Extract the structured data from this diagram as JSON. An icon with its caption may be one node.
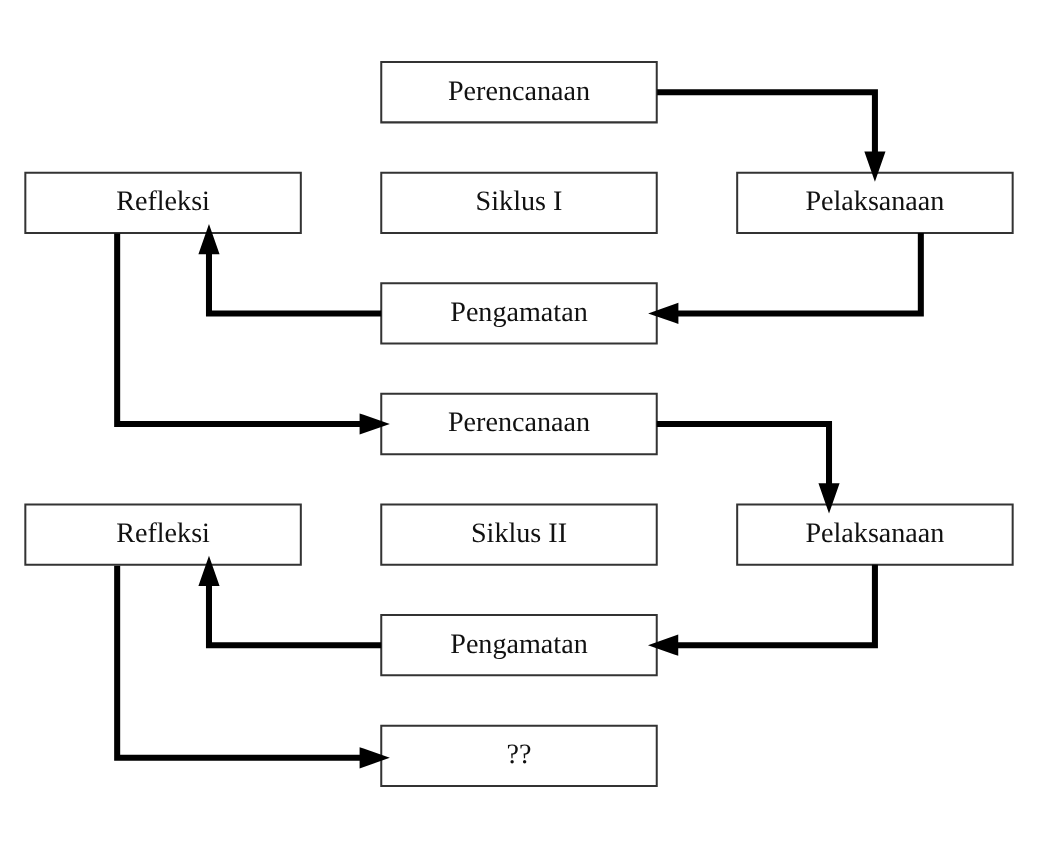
{
  "diagram": {
    "nodes": [
      {
        "text": [
          "Perencanaan"
        ]
      },
      {
        "text": [
          "Refleksi"
        ]
      },
      {
        "text": [
          "Siklus I"
        ]
      },
      {
        "text": [
          "Pelaksanaan"
        ]
      },
      {
        "text": [
          "Pengamatan"
        ]
      },
      {
        "text": [
          "Perencanaan"
        ]
      },
      {
        "text": [
          "Refleksi"
        ]
      },
      {
        "text": [
          "Siklus II"
        ]
      },
      {
        "text": [
          "Pelaksanaan"
        ]
      },
      {
        "text": [
          "Pengamatan"
        ]
      },
      {
        "text": [
          "??"
        ]
      }
    ],
    "edges": [
      {
        "from": 0,
        "to": 3,
        "arrow": "to"
      },
      {
        "from": 3,
        "to": 4,
        "arrow": "to"
      },
      {
        "from": 4,
        "to": 1,
        "arrow": "to"
      },
      {
        "from": 1,
        "to": 5,
        "arrow": "to"
      },
      {
        "from": 5,
        "to": 8,
        "arrow": "to"
      },
      {
        "from": 8,
        "to": 9,
        "arrow": "to"
      },
      {
        "from": 9,
        "to": 6,
        "arrow": "to"
      },
      {
        "from": 6,
        "to": 10,
        "arrow": "to"
      }
    ]
  }
}
